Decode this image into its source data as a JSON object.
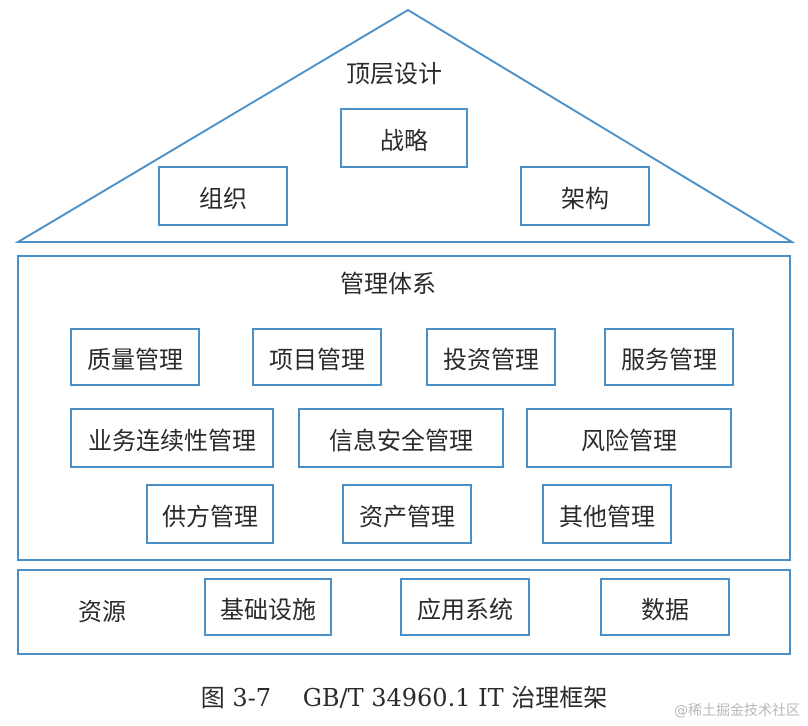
{
  "roof": {
    "title": "顶层设计",
    "items": [
      "战略",
      "组织",
      "架构"
    ]
  },
  "management": {
    "title": "管理体系",
    "rows": [
      [
        "质量管理",
        "项目管理",
        "投资管理",
        "服务管理"
      ],
      [
        "业务连续性管理",
        "信息安全管理",
        "风险管理"
      ],
      [
        "供方管理",
        "资产管理",
        "其他管理"
      ]
    ]
  },
  "resources": {
    "title": "资源",
    "items": [
      "基础设施",
      "应用系统",
      "数据"
    ]
  },
  "caption": {
    "figure": "图 3-7",
    "title": "GB/T 34960.1 IT 治理框架"
  },
  "watermark": "@稀土掘金技术社区",
  "colors": {
    "line": "#4a90c8",
    "text": "#2b2b2b"
  }
}
